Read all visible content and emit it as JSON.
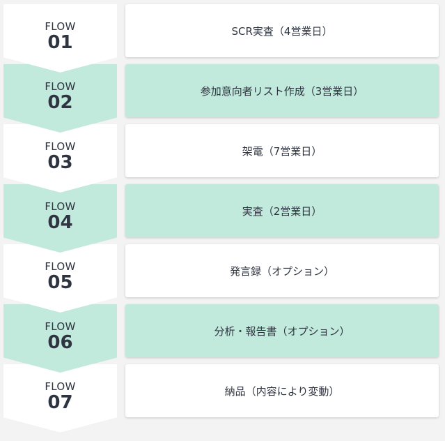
{
  "colors": {
    "white": "#ffffff",
    "mint": "#c1e9dc",
    "text": "#2f3540"
  },
  "steps": [
    {
      "flow_label": "FLOW",
      "number": "01",
      "description": "SCR実査（4営業日）",
      "tint": "white"
    },
    {
      "flow_label": "FLOW",
      "number": "02",
      "description": "参加意向者リスト作成（3営業日）",
      "tint": "mint"
    },
    {
      "flow_label": "FLOW",
      "number": "03",
      "description": "架電（7営業日）",
      "tint": "white"
    },
    {
      "flow_label": "FLOW",
      "number": "04",
      "description": "実査（2営業日）",
      "tint": "mint"
    },
    {
      "flow_label": "FLOW",
      "number": "05",
      "description": "発言録（オプション）",
      "tint": "white"
    },
    {
      "flow_label": "FLOW",
      "number": "06",
      "description": "分析・報告書（オプション）",
      "tint": "mint"
    },
    {
      "flow_label": "FLOW",
      "number": "07",
      "description": "納品（内容により変動）",
      "tint": "white"
    }
  ]
}
